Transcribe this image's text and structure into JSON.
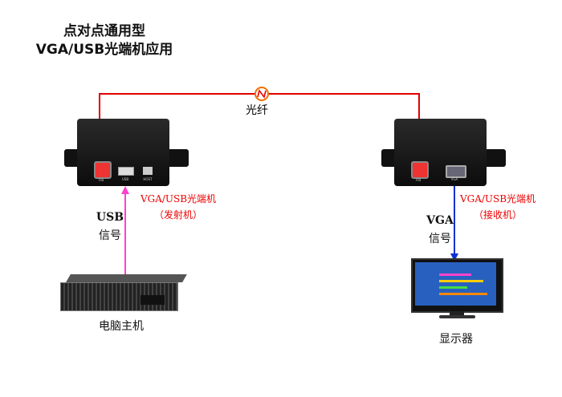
{
  "title": {
    "line1": "点对点通用型",
    "line2": "VGA/USB光端机应用"
  },
  "fiber": {
    "label": "光纤",
    "color": "#e00000"
  },
  "transmitter": {
    "name": "VGA/USB光端机",
    "role": "（发射机）",
    "ports": [
      "FIB",
      "USB",
      "HOST"
    ]
  },
  "receiver": {
    "name": "VGA/USB光端机",
    "role": "（接收机）",
    "ports": [
      "FIB",
      "VGA"
    ]
  },
  "usb_signal": {
    "line1": "USB",
    "line2": "信号",
    "color": "#ff40d0"
  },
  "vga_signal": {
    "line1": "VGA",
    "line2": "信号",
    "color": "#1030d0"
  },
  "host": {
    "label": "电脑主机"
  },
  "monitor": {
    "label": "显示器"
  }
}
